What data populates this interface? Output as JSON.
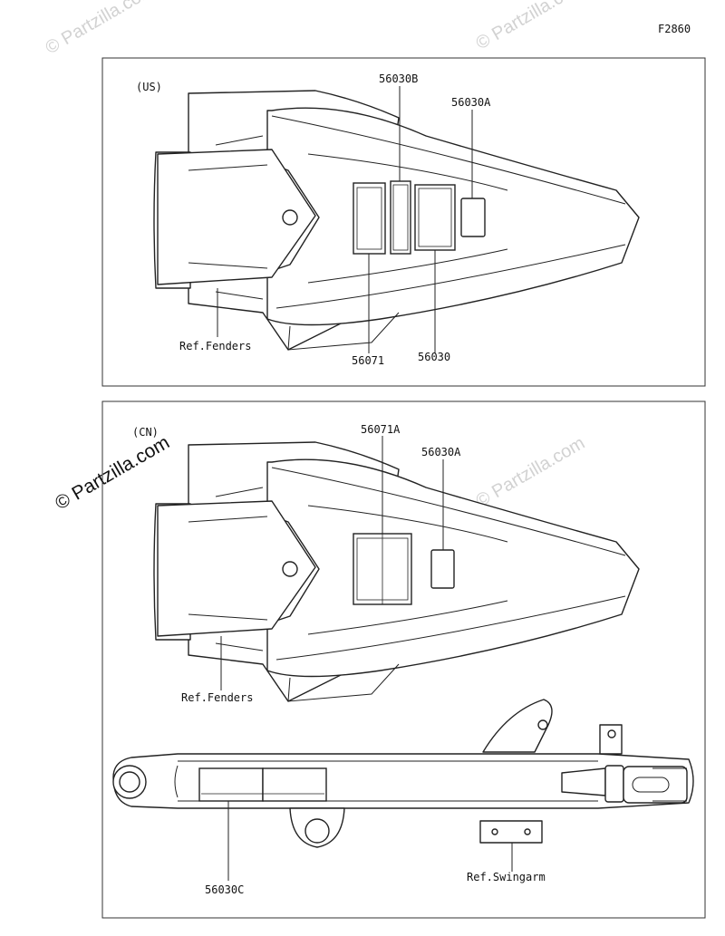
{
  "figure_code": "F2860",
  "watermark": "© Partzilla.com",
  "us_section": {
    "region": "(US)",
    "parts": {
      "p56030B": "56030B",
      "p56030A": "56030A",
      "p56071": "56071",
      "p56030": "56030"
    },
    "ref": "Ref.Fenders"
  },
  "cn_section": {
    "region": "(CN)",
    "parts": {
      "p56071A": "56071A",
      "p56030A": "56030A",
      "p56030C": "56030C"
    },
    "ref_fenders": "Ref.Fenders",
    "ref_swingarm": "Ref.Swingarm"
  }
}
